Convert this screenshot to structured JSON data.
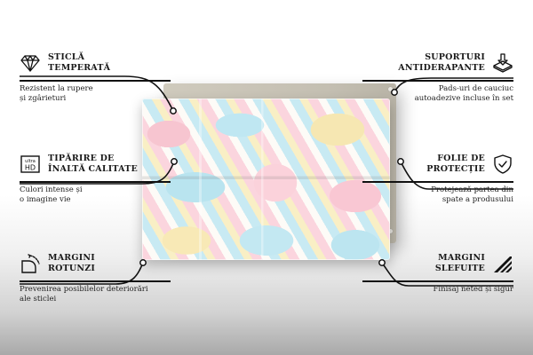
{
  "features": [
    {
      "id": "f1",
      "side": "left",
      "icon": "diamond-icon",
      "title_line1": "Sticlă",
      "title_line2": "temperată",
      "desc_line1": "Rezistent la rupere",
      "desc_line2": "și zgârieturi"
    },
    {
      "id": "f2",
      "side": "right",
      "icon": "anti-slip-pad-icon",
      "title_line1": "Suporturi",
      "title_line2": "antiderapante",
      "desc_line1": "Pads-uri de cauciuc",
      "desc_line2": "autoadezive incluse în set"
    },
    {
      "id": "f3",
      "side": "left",
      "icon": "ultra-hd-icon",
      "icon_text_top": "ultra",
      "icon_text_bottom": "HD",
      "title_line1": "Tipărire de",
      "title_line2": "înaltă calitate",
      "desc_line1": "Culori intense și",
      "desc_line2": "o imagine vie"
    },
    {
      "id": "f4",
      "side": "right",
      "icon": "shield-check-icon",
      "title_line1": "Folie de",
      "title_line2": "protecție",
      "desc_line1": "Protejează partea din",
      "desc_line2": "spate a produsului"
    },
    {
      "id": "f5",
      "side": "left",
      "icon": "rounded-corner-icon",
      "title_line1": "Margini",
      "title_line2": "rotunzi",
      "desc_line1": "Prevenirea posibilelor deteriorări",
      "desc_line2": "ale sticlei"
    },
    {
      "id": "f6",
      "side": "right",
      "icon": "polished-edge-icon",
      "title_line1": "Margini",
      "title_line2": "slefuite",
      "desc_line1": "Finisaj neted și sigur",
      "desc_line2": ""
    }
  ],
  "product": {
    "image_subject": "pastel twisted marshmallows",
    "colors": {
      "pink": "#f7c5d0",
      "blue": "#bfe7f2",
      "yellow": "#f6e7b2",
      "white": "#fdfbf7",
      "backplate": "#c9c4b7"
    }
  },
  "style": {
    "line_color": "#111111",
    "text_color": "#1a1a1a"
  }
}
